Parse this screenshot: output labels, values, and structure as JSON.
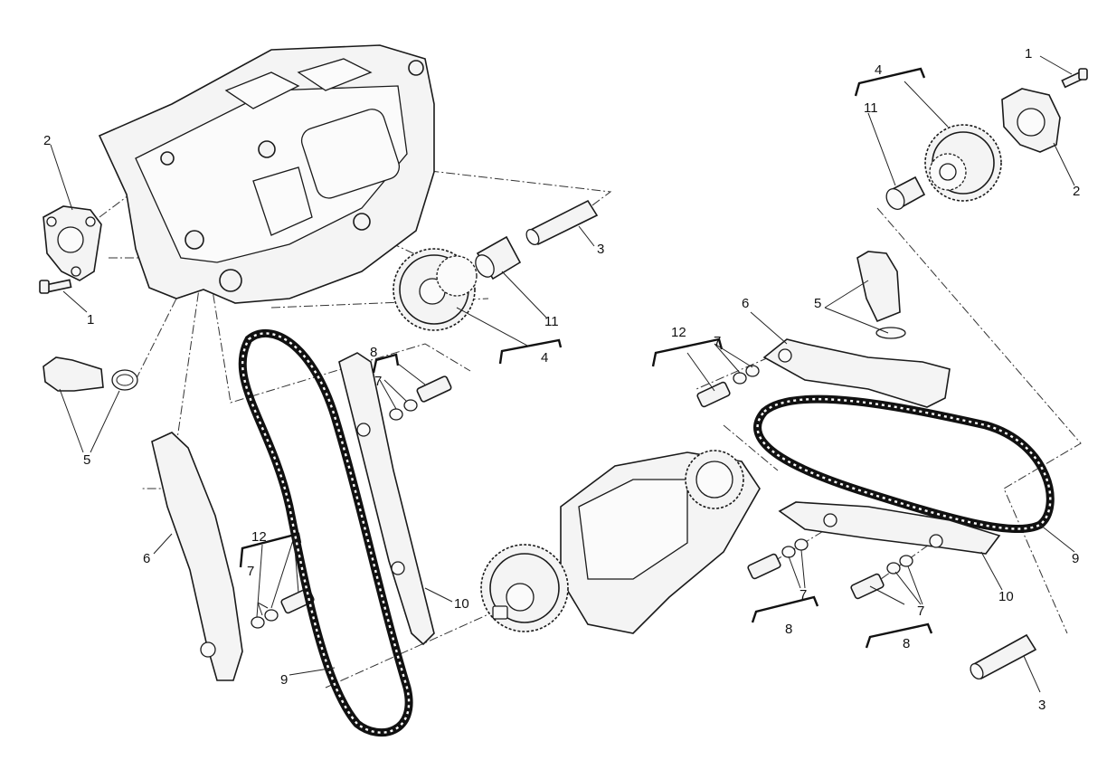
{
  "diagram": {
    "callouts": {
      "l_head_plate": "2",
      "l_head_bolt": "1",
      "l_tensioner": "5",
      "l_shoe": "6",
      "l_pin_group": "12",
      "l_pin_washers": "7",
      "l_chain": "9",
      "l_guide_pin_group": "8",
      "l_guide_washers": "7",
      "l_guide": "10",
      "l_gear_group": "4",
      "l_gear_bush": "11",
      "l_sleeve": "3",
      "r_bolt": "1",
      "r_gear_group": "4",
      "r_gear_bush": "11",
      "r_plate": "2",
      "r_tensioner": "5",
      "r_shoe": "6",
      "r_pin_group": "12",
      "r_pin_washers": "7",
      "r_chain": "9",
      "r_guide": "10",
      "r_guide_pin_a_washers": "7",
      "r_guide_pin_a_group": "8",
      "r_guide_pin_b_washers": "7",
      "r_guide_pin_b_group": "8",
      "r_sleeve": "3"
    }
  }
}
